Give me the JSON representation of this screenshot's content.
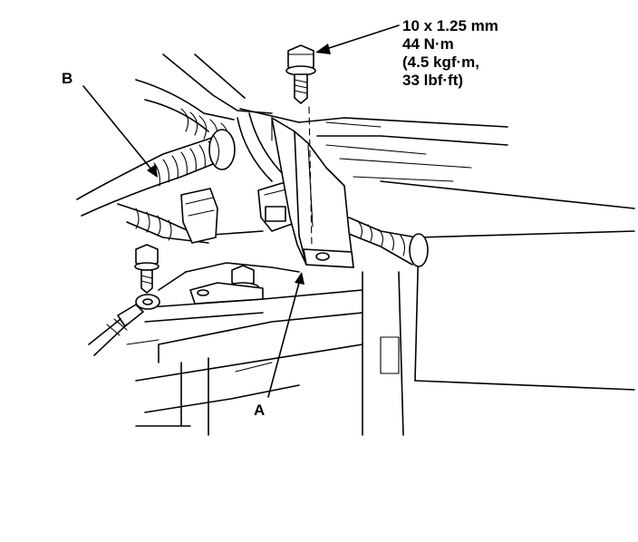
{
  "bolt_spec": {
    "line1": "10 x 1.25 mm",
    "line2": "44 N·m",
    "line3": "(4.5 kgf·m,",
    "line4": "33 lbf·ft)"
  },
  "callouts": {
    "a": "A",
    "b": "B"
  }
}
